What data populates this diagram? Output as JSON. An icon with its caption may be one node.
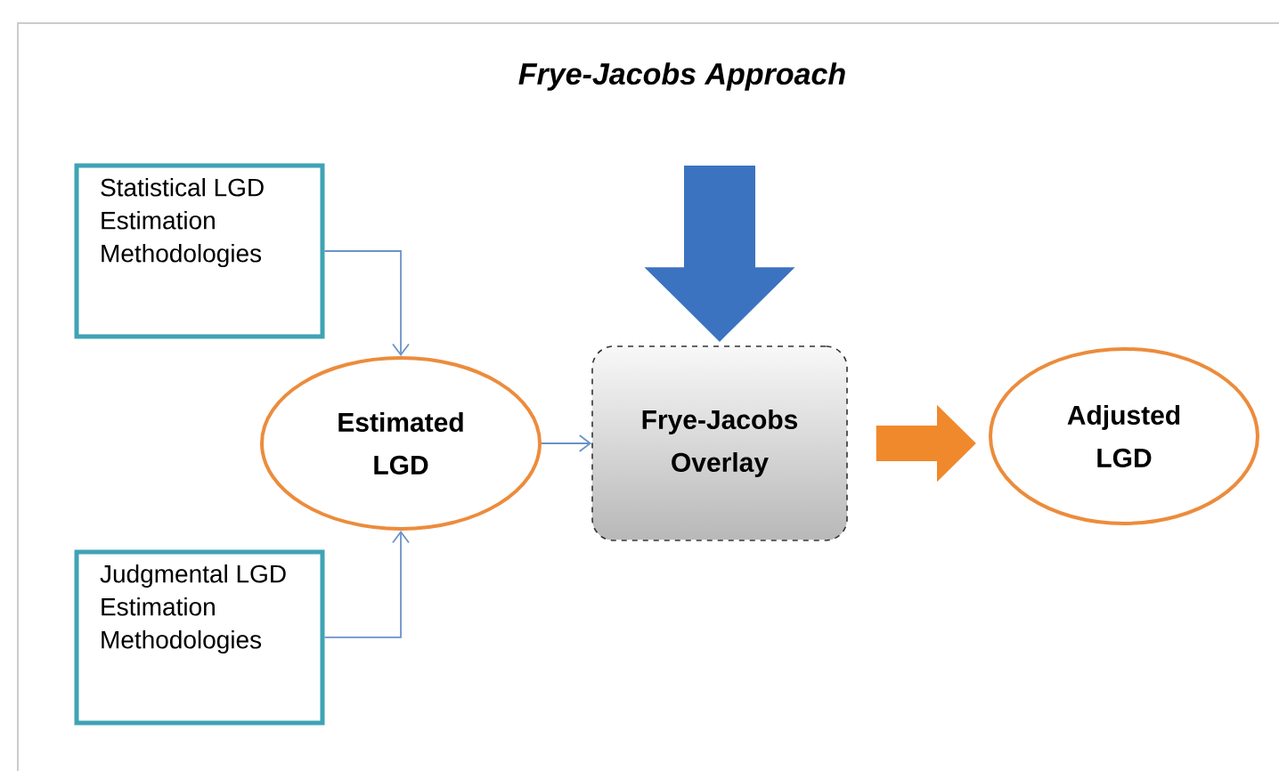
{
  "diagram": {
    "title": "Frye-Jacobs Approach",
    "nodes": [
      {
        "text": [
          "Statistical LGD Estimation Methodologies"
        ]
      },
      {
        "text": [
          "Judgmental LGD Estimation Methodologies"
        ]
      },
      {
        "text": [
          "Estimated LGD"
        ]
      },
      {
        "text": [
          "Frye-Jacobs Overlay"
        ]
      },
      {
        "text": [
          "Adjusted LGD"
        ]
      }
    ],
    "edges": [
      {
        "from": 0,
        "to": 2,
        "arrow": "to"
      },
      {
        "from": 1,
        "to": 2,
        "arrow": "to"
      },
      {
        "from": 2,
        "to": 3,
        "arrow": "to"
      },
      {
        "from": null,
        "to": 3,
        "arrow": "to",
        "style": "thick",
        "color": "#3b73c0"
      },
      {
        "from": 3,
        "to": 4,
        "arrow": "to",
        "style": "thick",
        "color": "#f0892c"
      }
    ]
  }
}
